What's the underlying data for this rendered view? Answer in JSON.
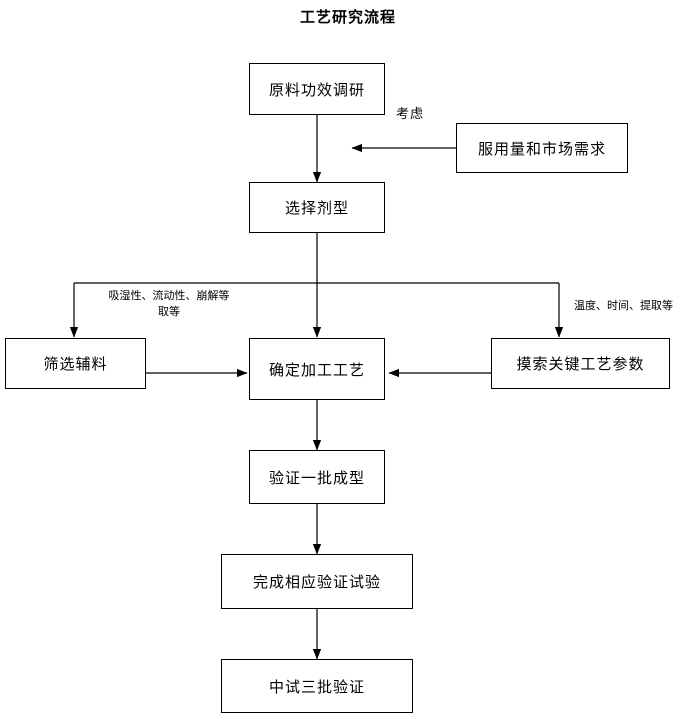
{
  "diagram": {
    "title": "工艺研究流程",
    "nodes": {
      "raw_material_research": "原料功效调研",
      "dosage_market_demand": "服用量和市场需求",
      "select_dosage_form": "选择剂型",
      "screen_excipients": "筛选辅料",
      "determine_process": "确定加工工艺",
      "explore_key_parameters": "摸索关键工艺参数",
      "verify_one_batch": "验证一批成型",
      "complete_validation_tests": "完成相应验证试验",
      "pilot_three_batches": "中试三批验证"
    },
    "edge_labels": {
      "consider": "考虑",
      "left_branch_line1": "吸湿性、流动性、崩解等",
      "left_branch_line2": "取等",
      "right_branch": "温度、时间、提取等"
    },
    "colors": {
      "stroke": "#000000",
      "fill": "#ffffff",
      "text": "#000000"
    }
  }
}
